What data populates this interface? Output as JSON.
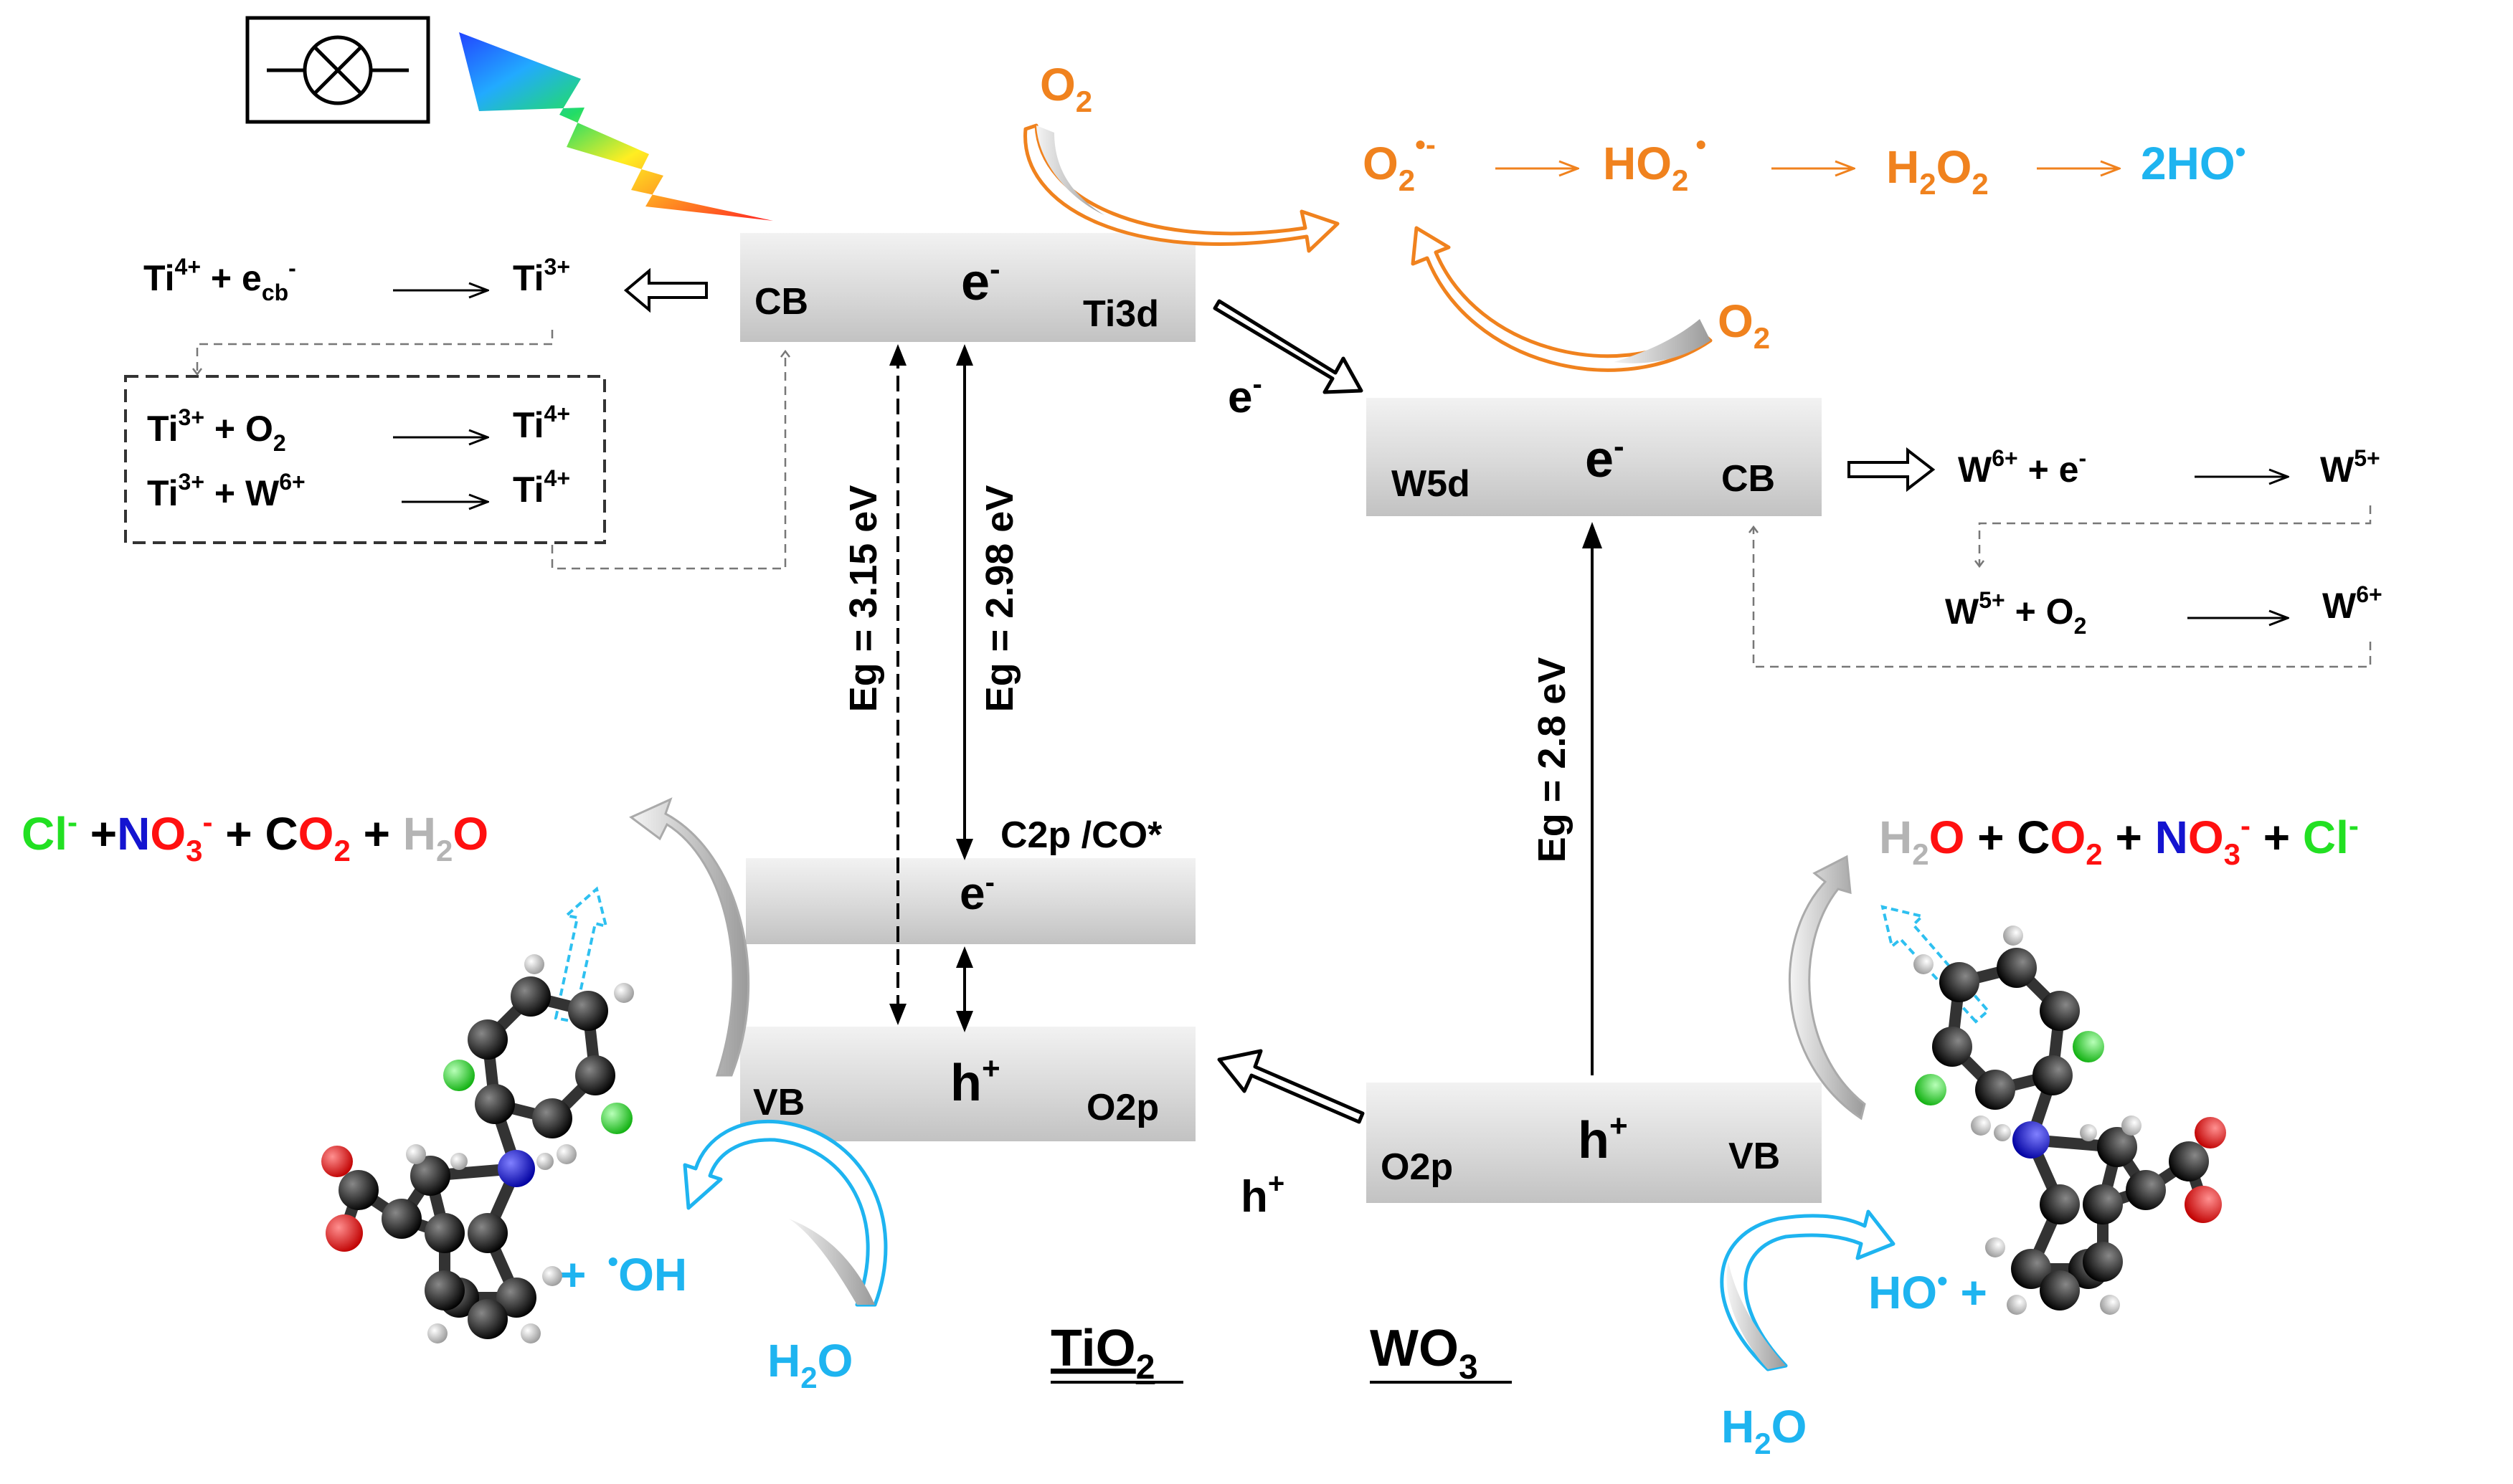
{
  "colors": {
    "oxygen_species": "#f0821e",
    "hydroxyl_species": "#1eb4f0",
    "chloride": "#22e022",
    "nitrogen": "#1414d0",
    "oxygen_atom": "#ff1010",
    "hydrogen": "#b4b4b4",
    "band": "#d6d6d6"
  },
  "icons": [
    "lamp-symbol-icon",
    "light-spectrum-icon",
    "molecule-icon"
  ],
  "tio2": {
    "name": "TiO",
    "name_sub": "2",
    "cb": {
      "label": "CB",
      "carrier": "e",
      "carrier_sup": "-",
      "orbital": "Ti3d"
    },
    "mid": {
      "carrier": "e",
      "carrier_sup": "-",
      "label": "C2p /CO*"
    },
    "vb": {
      "label": "VB",
      "carrier": "h",
      "carrier_sup": "+",
      "orbital": "O2p"
    },
    "eg1": "Eg = 3.15 eV",
    "eg2": "Eg = 2.98 eV"
  },
  "wo3": {
    "name": "WO",
    "name_sub": "3",
    "cb": {
      "label": "CB",
      "carrier": "e",
      "carrier_sup": "-",
      "orbital": "W5d"
    },
    "vb": {
      "label": "VB",
      "carrier": "h",
      "carrier_sup": "+",
      "orbital": "O2p"
    },
    "eg": "Eg = 2.8 eV"
  },
  "transfer": {
    "electron": "e",
    "electron_sup": "-",
    "hole": "h",
    "hole_sup": "+"
  },
  "ti_reactions": {
    "r1": {
      "a": "Ti",
      "a_sup": "4+",
      "b": " + e",
      "b_sub": "cb",
      "b_sup": "-",
      "product": "Ti",
      "product_sup": "3+"
    },
    "r2": {
      "a": "Ti",
      "a_sup": "3+",
      "b": " + O",
      "b_sub": "2",
      "product": "Ti",
      "product_sup": "4+"
    },
    "r3": {
      "a": "Ti",
      "a_sup": "3+",
      "b": " + W",
      "b_sup": "6+",
      "product": "Ti",
      "product_sup": "4+"
    }
  },
  "w_reactions": {
    "r1": {
      "a": "W",
      "a_sup": "6+",
      "b": " + e",
      "b_sup": "-",
      "product": "W",
      "product_sup": "5+"
    },
    "r2": {
      "a": "W",
      "a_sup": "5+",
      "b": " + O",
      "b_sub": "2",
      "product": "W",
      "product_sup": "6+"
    }
  },
  "oxygen_chain": {
    "o2_top": "O",
    "o2_top_sub": "2",
    "o2_right": "O",
    "o2_right_sub": "2",
    "superoxide": "O",
    "superoxide_sub": "2",
    "superoxide_sup": "•-",
    "hydroperoxyl": "HO",
    "hydroperoxyl_sub": "2",
    "hydroperoxyl_sup": "•",
    "peroxide": "H",
    "peroxide_sub1": "2",
    "peroxide_mid": "O",
    "peroxide_sub2": "2",
    "hydroxyl": "2HO",
    "hydroxyl_sup": "•"
  },
  "left_products": {
    "cl": "Cl",
    "cl_sup": "-",
    "plus1": " +",
    "no3_n": "N",
    "no3_o": "O",
    "no3_sub": "3",
    "no3_sup": "-",
    "plus2": " + ",
    "co2_c": "C",
    "co2_o": "O",
    "co2_sub": "2",
    "plus3": " + ",
    "h2o_h": "H",
    "h2o_sub": "2",
    "h2o_o": "O"
  },
  "right_products": {
    "h2o_h": "H",
    "h2o_sub": "2",
    "h2o_o": "O",
    "plus1": " + ",
    "co2_c": "C",
    "co2_o": "O",
    "co2_sub": "2",
    "plus2": " + ",
    "no3_n": "N",
    "no3_o": "O",
    "no3_sub": "3",
    "no3_sup": "-",
    "plus3": " + ",
    "cl": "Cl",
    "cl_sup": "-"
  },
  "left_radical": {
    "plus": "+",
    "dot": "•",
    "oh": "OH"
  },
  "right_radical": {
    "ho": "HO",
    "sup": "•",
    "plus": " +"
  },
  "water_left": {
    "h": "H",
    "sub": "2",
    "o": "O"
  },
  "water_right": {
    "h": "H",
    "sub": "2",
    "o": "O"
  }
}
